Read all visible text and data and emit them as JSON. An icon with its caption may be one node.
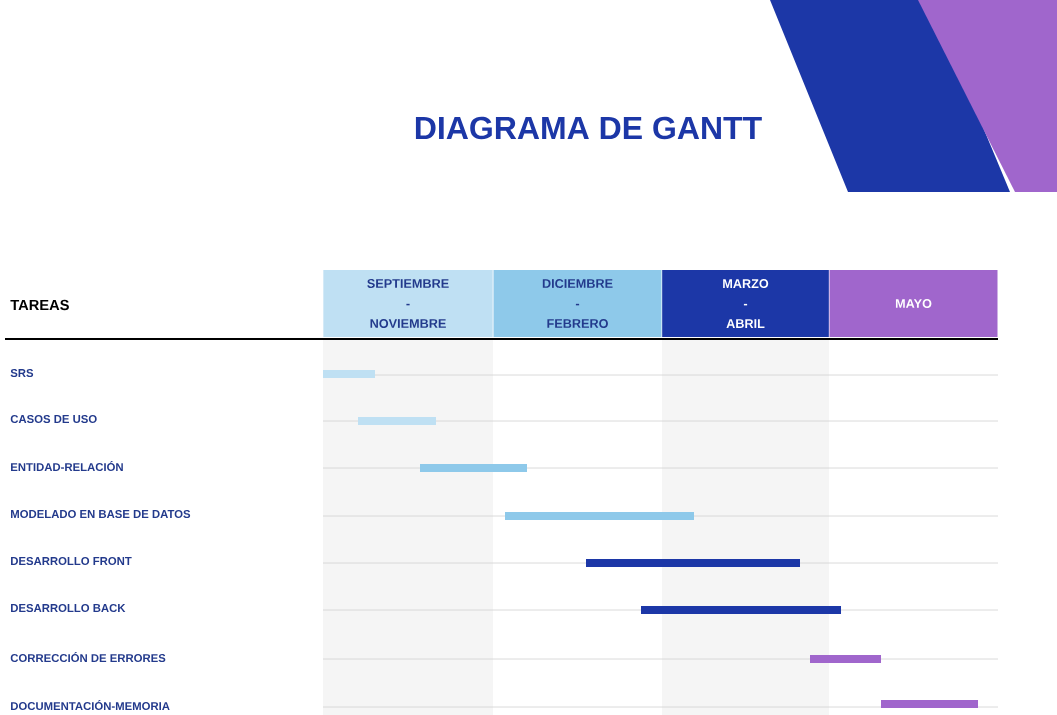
{
  "diagram": {
    "title": "DIAGRAMA DE GANTT",
    "nodes": [
      {
        "text": [
          "SEPTIEMBRE - NOVIEMBRE"
        ]
      },
      {
        "text": [
          "DICIEMBRE - FEBRERO"
        ]
      },
      {
        "text": [
          "MARZO - ABRIL"
        ]
      },
      {
        "text": [
          "MAYO"
        ]
      }
    ],
    "labels": [
      "TAREAS",
      "SRS",
      "CASOS DE USO",
      "ENTIDAD-RELACIÓN",
      "MODELADO EN BASE DE DATOS",
      "DESARROLLO FRONT",
      "DESARROLLO BACK",
      "CORRECCIÓN DE ERRORES",
      "DOCUMENTACIÓN-MEMORIA"
    ]
  }
}
